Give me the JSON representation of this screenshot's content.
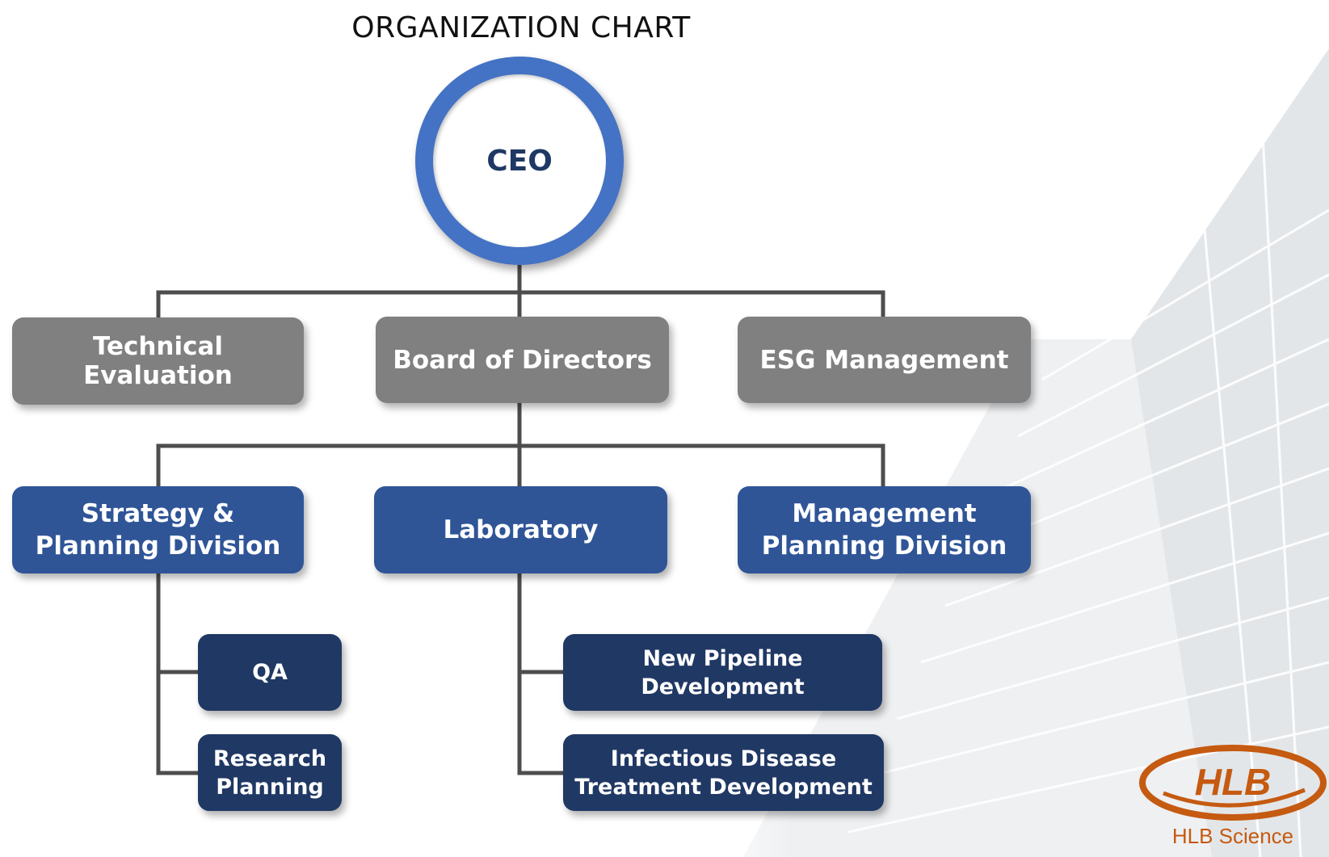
{
  "title": "ORGANIZATION CHART",
  "ceo": {
    "label": "CEO"
  },
  "level1": [
    {
      "id": "technical-evaluation",
      "label": "Technical Evaluation"
    },
    {
      "id": "board-of-directors",
      "label": "Board of Directors"
    },
    {
      "id": "esg-management",
      "label": "ESG Management"
    }
  ],
  "level2": [
    {
      "id": "strategy-planning-division",
      "label": "Strategy &\nPlanning Division"
    },
    {
      "id": "laboratory",
      "label": "Laboratory"
    },
    {
      "id": "management-planning-division",
      "label": "Management\nPlanning Division"
    }
  ],
  "level3": [
    {
      "id": "qa",
      "label": "QA",
      "parent": "strategy-planning-division"
    },
    {
      "id": "research-planning",
      "label": "Research\nPlanning",
      "parent": "strategy-planning-division"
    },
    {
      "id": "new-pipeline-development",
      "label": "New Pipeline\nDevelopment",
      "parent": "laboratory"
    },
    {
      "id": "infectious-disease-treatment-development",
      "label": "Infectious Disease\nTreatment Development",
      "parent": "laboratory"
    }
  ],
  "edges": [
    [
      "ceo",
      "technical-evaluation"
    ],
    [
      "ceo",
      "board-of-directors"
    ],
    [
      "ceo",
      "esg-management"
    ],
    [
      "board-of-directors",
      "strategy-planning-division"
    ],
    [
      "board-of-directors",
      "laboratory"
    ],
    [
      "board-of-directors",
      "management-planning-division"
    ],
    [
      "strategy-planning-division",
      "qa"
    ],
    [
      "strategy-planning-division",
      "research-planning"
    ],
    [
      "laboratory",
      "new-pipeline-development"
    ],
    [
      "laboratory",
      "infectious-disease-treatment-development"
    ]
  ],
  "logo": {
    "mark": "HLB",
    "caption": "HLB Science"
  },
  "colors": {
    "ceo_ring": "#4472c4",
    "ceo_text": "#1f3864",
    "level1_fill": "#808080",
    "level2_fill": "#2f5597",
    "level3_fill": "#203864",
    "connector": "#4d4d4d",
    "logo_orange": "#c55a11"
  }
}
